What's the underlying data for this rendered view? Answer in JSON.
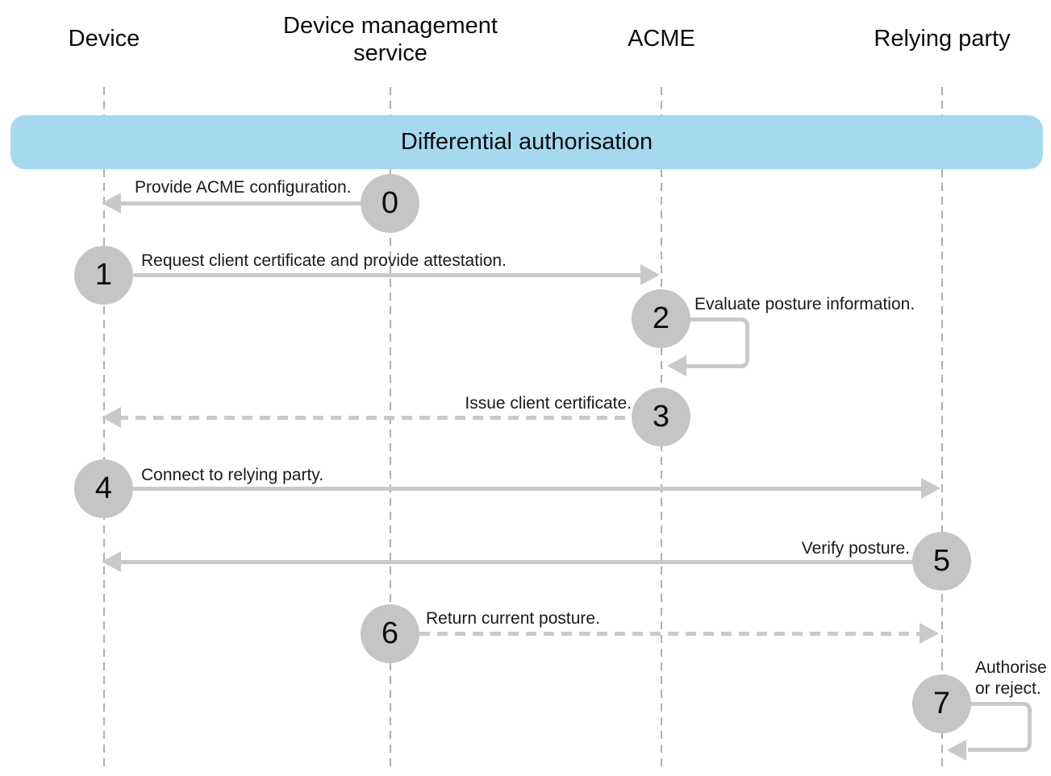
{
  "diagram": {
    "banner": {
      "title": "Differential authorisation"
    },
    "actors": [
      {
        "label": "Device"
      },
      {
        "label": "Device management service"
      },
      {
        "label": "ACME"
      },
      {
        "label": "Relying party"
      }
    ],
    "steps": [
      {
        "num": "0",
        "label": "Provide ACME configuration.",
        "from": "Device management service",
        "to": "Device",
        "line": "solid"
      },
      {
        "num": "1",
        "label": "Request client certificate and provide attestation.",
        "from": "Device",
        "to": "ACME",
        "line": "solid"
      },
      {
        "num": "2",
        "label": "Evaluate posture information.",
        "from": "ACME",
        "to": "ACME",
        "line": "self-loop"
      },
      {
        "num": "3",
        "label": "Issue client certificate.",
        "from": "ACME",
        "to": "Device",
        "line": "dashed"
      },
      {
        "num": "4",
        "label": "Connect to relying party.",
        "from": "Device",
        "to": "Relying party",
        "line": "solid"
      },
      {
        "num": "5",
        "label": "Verify posture.",
        "from": "Relying party",
        "to": "Device",
        "line": "solid"
      },
      {
        "num": "6",
        "label": "Return current posture.",
        "from": "Device management service",
        "to": "Relying party",
        "line": "dashed"
      },
      {
        "num": "7",
        "label": "Authorise or reject.",
        "from": "Relying party",
        "to": "Relying party",
        "line": "self-loop"
      }
    ],
    "colors": {
      "banner_bg": "#a5d9f0",
      "arrow_gray": "#c9c9c9",
      "node_gray": "#c5c5c5",
      "lifeline_gray": "#b0b0b0",
      "text": "#111111"
    }
  }
}
